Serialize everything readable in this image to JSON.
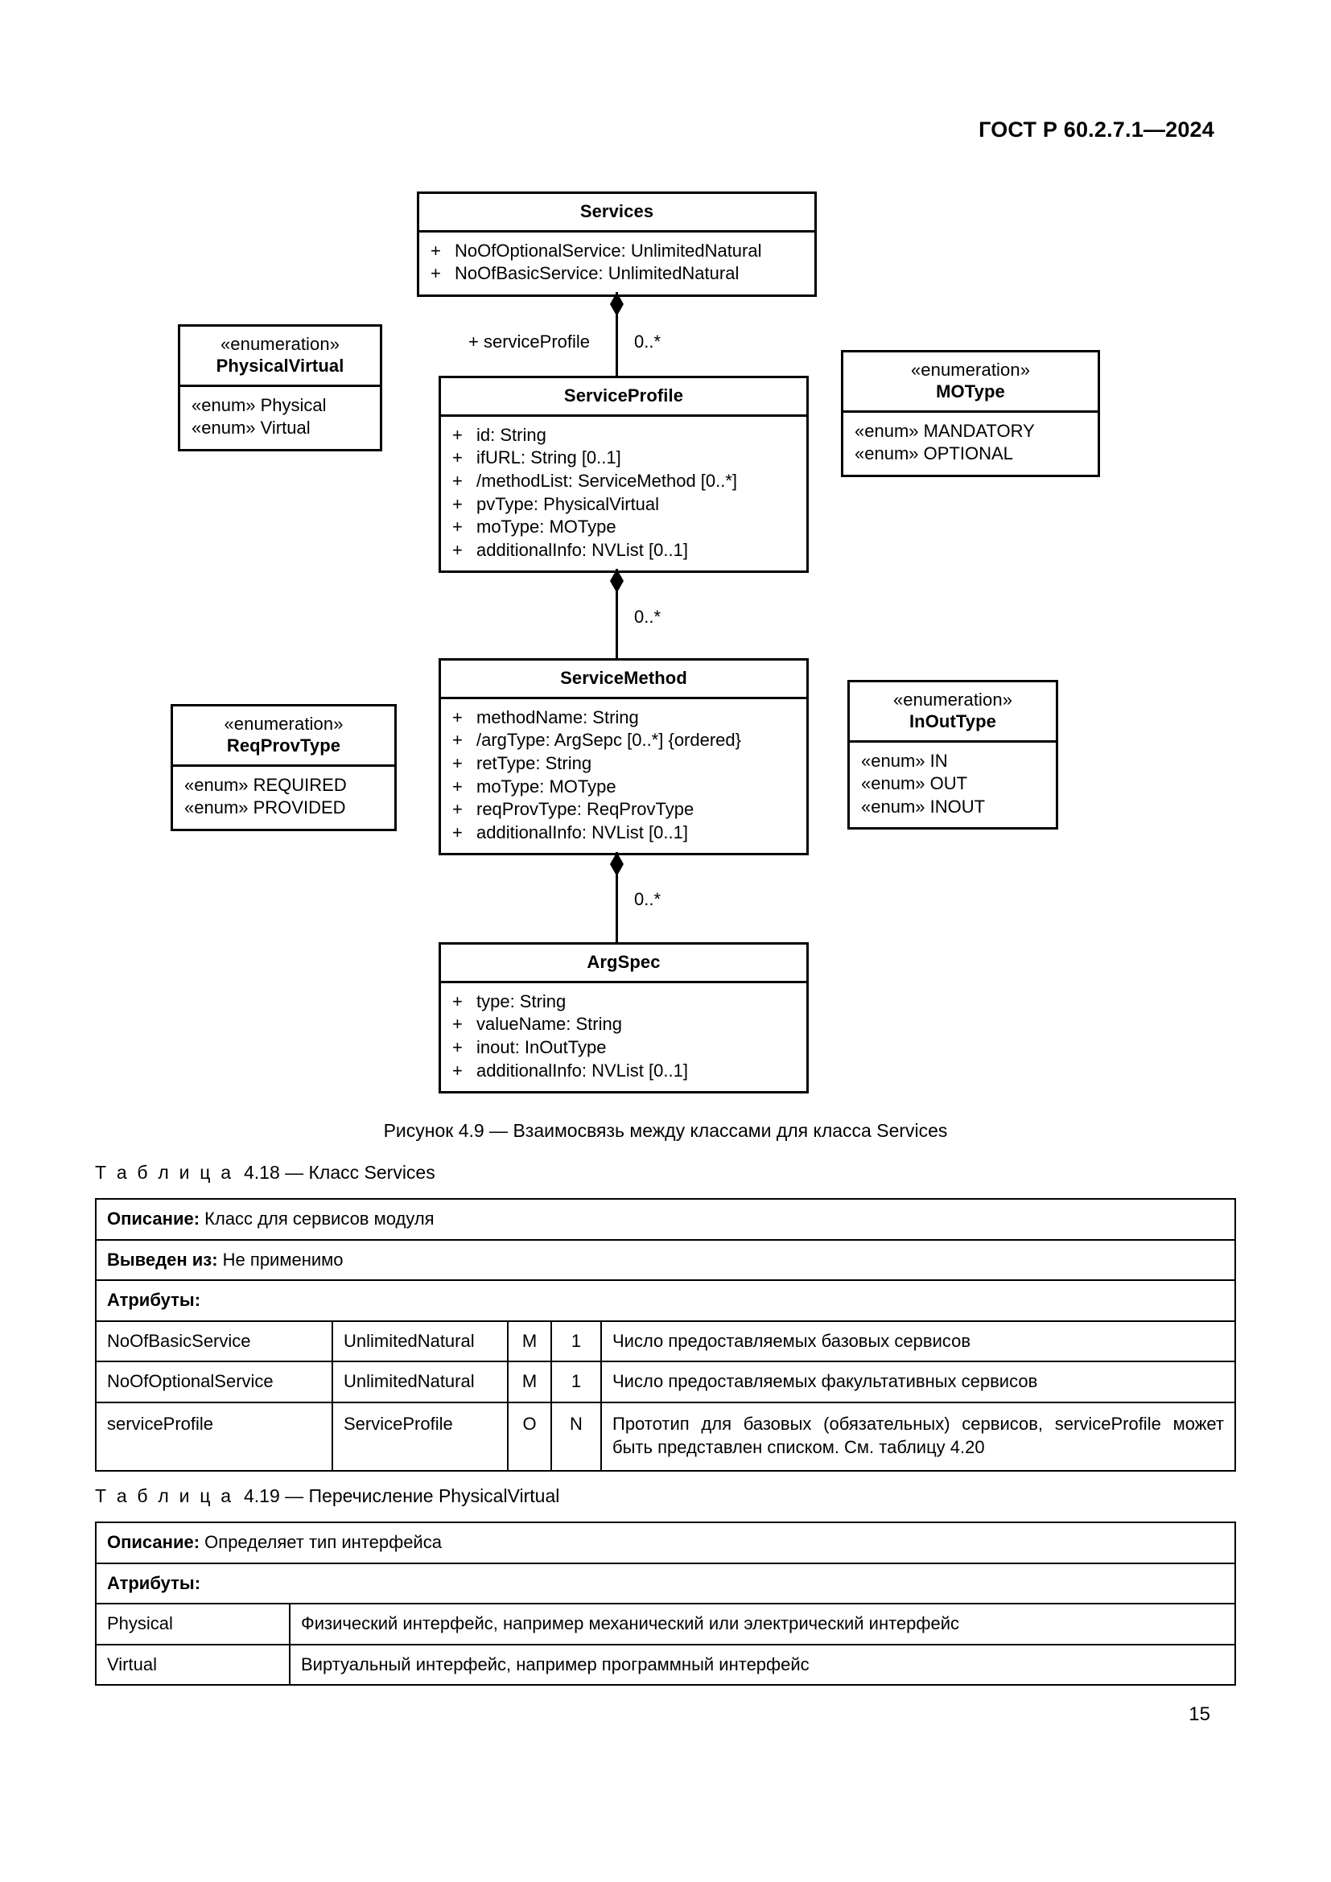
{
  "header": {
    "standard": "ГОСТ Р 60.2.7.1—2024"
  },
  "page_number": "15",
  "diagram": {
    "classes": {
      "services": {
        "name": "Services",
        "attributes": [
          {
            "vis": "+",
            "text": "NoOfOptionalService: UnlimitedNatural"
          },
          {
            "vis": "+",
            "text": "NoOfBasicService: UnlimitedNatural"
          }
        ]
      },
      "service_profile": {
        "name": "ServiceProfile",
        "attributes": [
          {
            "vis": "+",
            "text": "id: String"
          },
          {
            "vis": "+",
            "text": "ifURL: String [0..1]"
          },
          {
            "vis": "+",
            "text": "/methodList: ServiceMethod [0..*]"
          },
          {
            "vis": "+",
            "text": "pvType: PhysicalVirtual"
          },
          {
            "vis": "+",
            "text": "moType: MOType"
          },
          {
            "vis": "+",
            "text": "additionalInfo: NVList [0..1]"
          }
        ]
      },
      "service_method": {
        "name": "ServiceMethod",
        "attributes": [
          {
            "vis": "+",
            "text": "methodName: String"
          },
          {
            "vis": "+",
            "text": "/argType: ArgSepc [0..*] {ordered}"
          },
          {
            "vis": "+",
            "text": "retType: String"
          },
          {
            "vis": "+",
            "text": "moType: MOType"
          },
          {
            "vis": "+",
            "text": "reqProvType: ReqProvType"
          },
          {
            "vis": "+",
            "text": "additionalInfo: NVList [0..1]"
          }
        ]
      },
      "arg_spec": {
        "name": "ArgSpec",
        "attributes": [
          {
            "vis": "+",
            "text": "type: String"
          },
          {
            "vis": "+",
            "text": "valueName: String"
          },
          {
            "vis": "+",
            "text": "inout: InOutType"
          },
          {
            "vis": "+",
            "text": "additionalInfo: NVList [0..1]"
          }
        ]
      }
    },
    "enumerations": {
      "physical_virtual": {
        "stereotype": "«enumeration»",
        "name": "PhysicalVirtual",
        "literals": [
          "«enum» Physical",
          "«enum» Virtual"
        ]
      },
      "mo_type": {
        "stereotype": "«enumeration»",
        "name": "MOType",
        "literals": [
          "«enum» MANDATORY",
          "«enum» OPTIONAL"
        ]
      },
      "req_prov_type": {
        "stereotype": "«enumeration»",
        "name": "ReqProvType",
        "literals": [
          "«enum» REQUIRED",
          "«enum» PROVIDED"
        ]
      },
      "in_out_type": {
        "stereotype": "«enumeration»",
        "name": "InOutType",
        "literals": [
          "«enum» IN",
          "«enum» OUT",
          "«enum» INOUT"
        ]
      }
    },
    "associations": {
      "services_to_profile": {
        "role": "+ serviceProfile",
        "multiplicity": "0..*"
      },
      "profile_to_method": {
        "multiplicity": "0..*"
      },
      "method_to_argspec": {
        "multiplicity": "0..*"
      }
    },
    "caption": "Рисунок 4.9 — Взаимосвязь между классами для класса Services"
  },
  "table_418": {
    "caption_label": "Т а б л и ц а",
    "caption_text": "4.18 — Класс Services",
    "rows": {
      "description_label": "Описание:",
      "description_value": "Класс для сервисов модуля",
      "derived_label": "Выведен из:",
      "derived_value": "Не применимо",
      "attributes_label": "Атрибуты:"
    },
    "attributes": [
      {
        "name": "NoOfBasicService",
        "type": "UnlimitedNatural",
        "mo": "M",
        "card": "1",
        "description": "Число предоставляемых базовых сервисов"
      },
      {
        "name": "NoOfOptionalService",
        "type": "UnlimitedNatural",
        "mo": "M",
        "card": "1",
        "description": "Число предоставляемых факультативных сервисов"
      },
      {
        "name": "serviceProfile",
        "type": "ServiceProfile",
        "mo": "O",
        "card": "N",
        "description": "Прототип для базовых (обязательных) сервисов, serviceProfile может быть представлен списком. См. таблицу 4.20"
      }
    ]
  },
  "table_419": {
    "caption_label": "Т а б л и ц а",
    "caption_text": "4.19 — Перечисление PhysicalVirtual",
    "rows": {
      "description_label": "Описание:",
      "description_value": "Определяет тип интерфейса",
      "attributes_label": "Атрибуты:"
    },
    "attributes": [
      {
        "name": "Physical",
        "description": "Физический интерфейс, например механический или электрический интерфейс"
      },
      {
        "name": "Virtual",
        "description": "Виртуальный интерфейс, например программный интерфейс"
      }
    ]
  }
}
